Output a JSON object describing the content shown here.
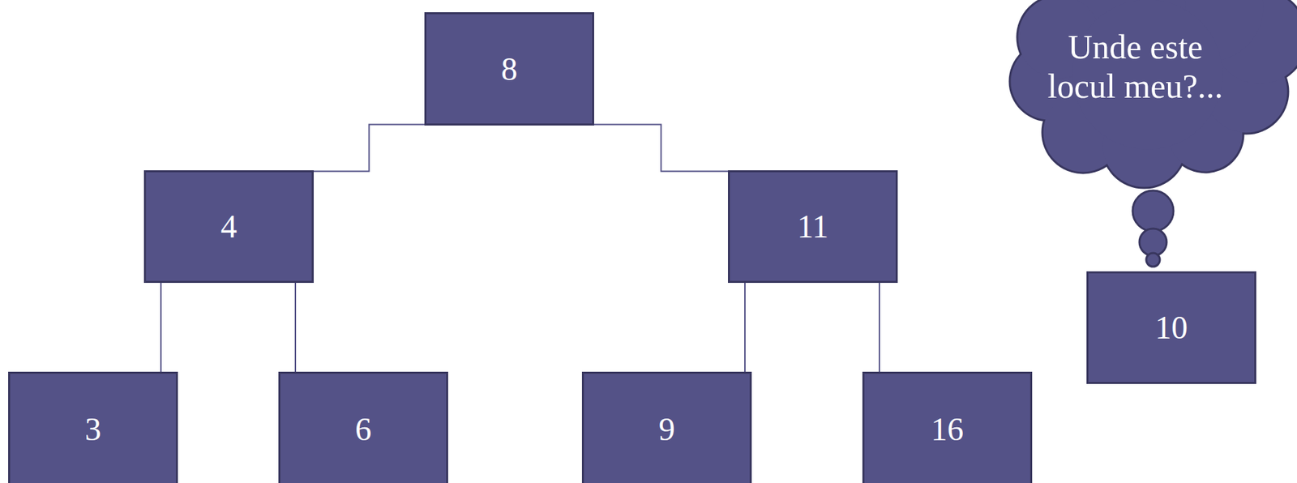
{
  "diagram": {
    "nodes": [
      {
        "text": [
          "8"
        ]
      },
      {
        "text": [
          "4"
        ]
      },
      {
        "text": [
          "11"
        ]
      },
      {
        "text": [
          "3"
        ]
      },
      {
        "text": [
          "6"
        ]
      },
      {
        "text": [
          "9"
        ]
      },
      {
        "text": [
          "16"
        ]
      },
      {
        "text": [
          "Unde este locul meu?..."
        ]
      },
      {
        "text": [
          "10"
        ]
      }
    ],
    "edges": [
      {
        "from": 0,
        "to": 1,
        "arrow": "none"
      },
      {
        "from": 0,
        "to": 2,
        "arrow": "none"
      },
      {
        "from": 1,
        "to": 3,
        "arrow": "none"
      },
      {
        "from": 1,
        "to": 4,
        "arrow": "none"
      },
      {
        "from": 2,
        "to": 5,
        "arrow": "none"
      },
      {
        "from": 2,
        "to": 6,
        "arrow": "none"
      }
    ]
  }
}
